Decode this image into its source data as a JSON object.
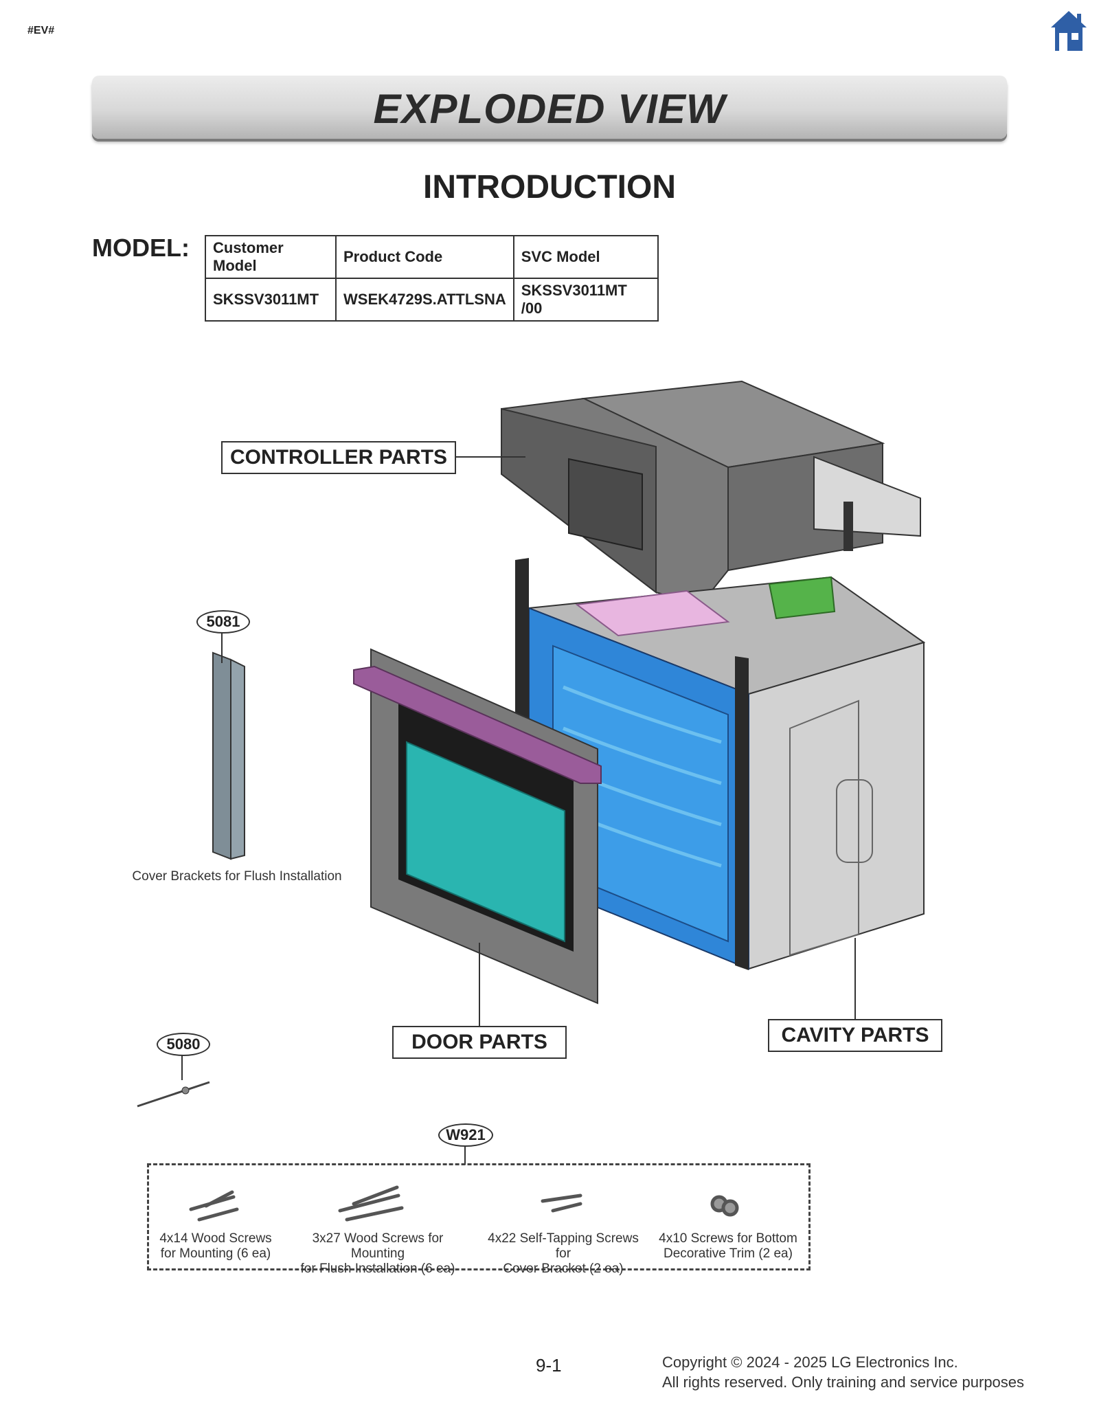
{
  "header": {
    "tag": "#EV#",
    "home_icon": "home-icon",
    "title": "EXPLODED VIEW"
  },
  "intro": {
    "heading": "INTRODUCTION"
  },
  "model": {
    "label": "MODEL:",
    "columns": [
      "Customer Model",
      "Product Code",
      "SVC Model"
    ],
    "row": [
      "SKSSV3011MT",
      "WSEK4729S.ATTLSNA",
      "SKSSV3011MT /00"
    ]
  },
  "diagram": {
    "controller_parts": "CONTROLLER PARTS",
    "door_parts": "DOOR PARTS",
    "cavity_parts": "CAVITY PARTS",
    "part_5081": "5081",
    "part_5081_caption": "Cover Brackets for Flush Installation",
    "part_5080": "5080",
    "part_w921": "W921"
  },
  "hardware": [
    {
      "line1": "4x14 Wood Screws",
      "line2": "for Mounting (6 ea)"
    },
    {
      "line1": "3x27 Wood Screws for Mounting",
      "line2": "for Flush Installation (6 ea)"
    },
    {
      "line1": "4x22 Self-Tapping Screws for",
      "line2": "Cover Bracket (2 ea)"
    },
    {
      "line1": "4x10 Screws for Bottom",
      "line2": "Decorative Trim (2 ea)"
    }
  ],
  "footer": {
    "page": "9-1",
    "copyright_line1": "Copyright © 2024 - 2025 LG Electronics Inc.",
    "copyright_line2": "All rights reserved. Only training and service purposes"
  },
  "colors": {
    "cavity_blue": "#2f86d8",
    "door_glass": "#2ab5b0",
    "door_trim": "#9a5c9a",
    "home_blue": "#2f5fa6"
  }
}
